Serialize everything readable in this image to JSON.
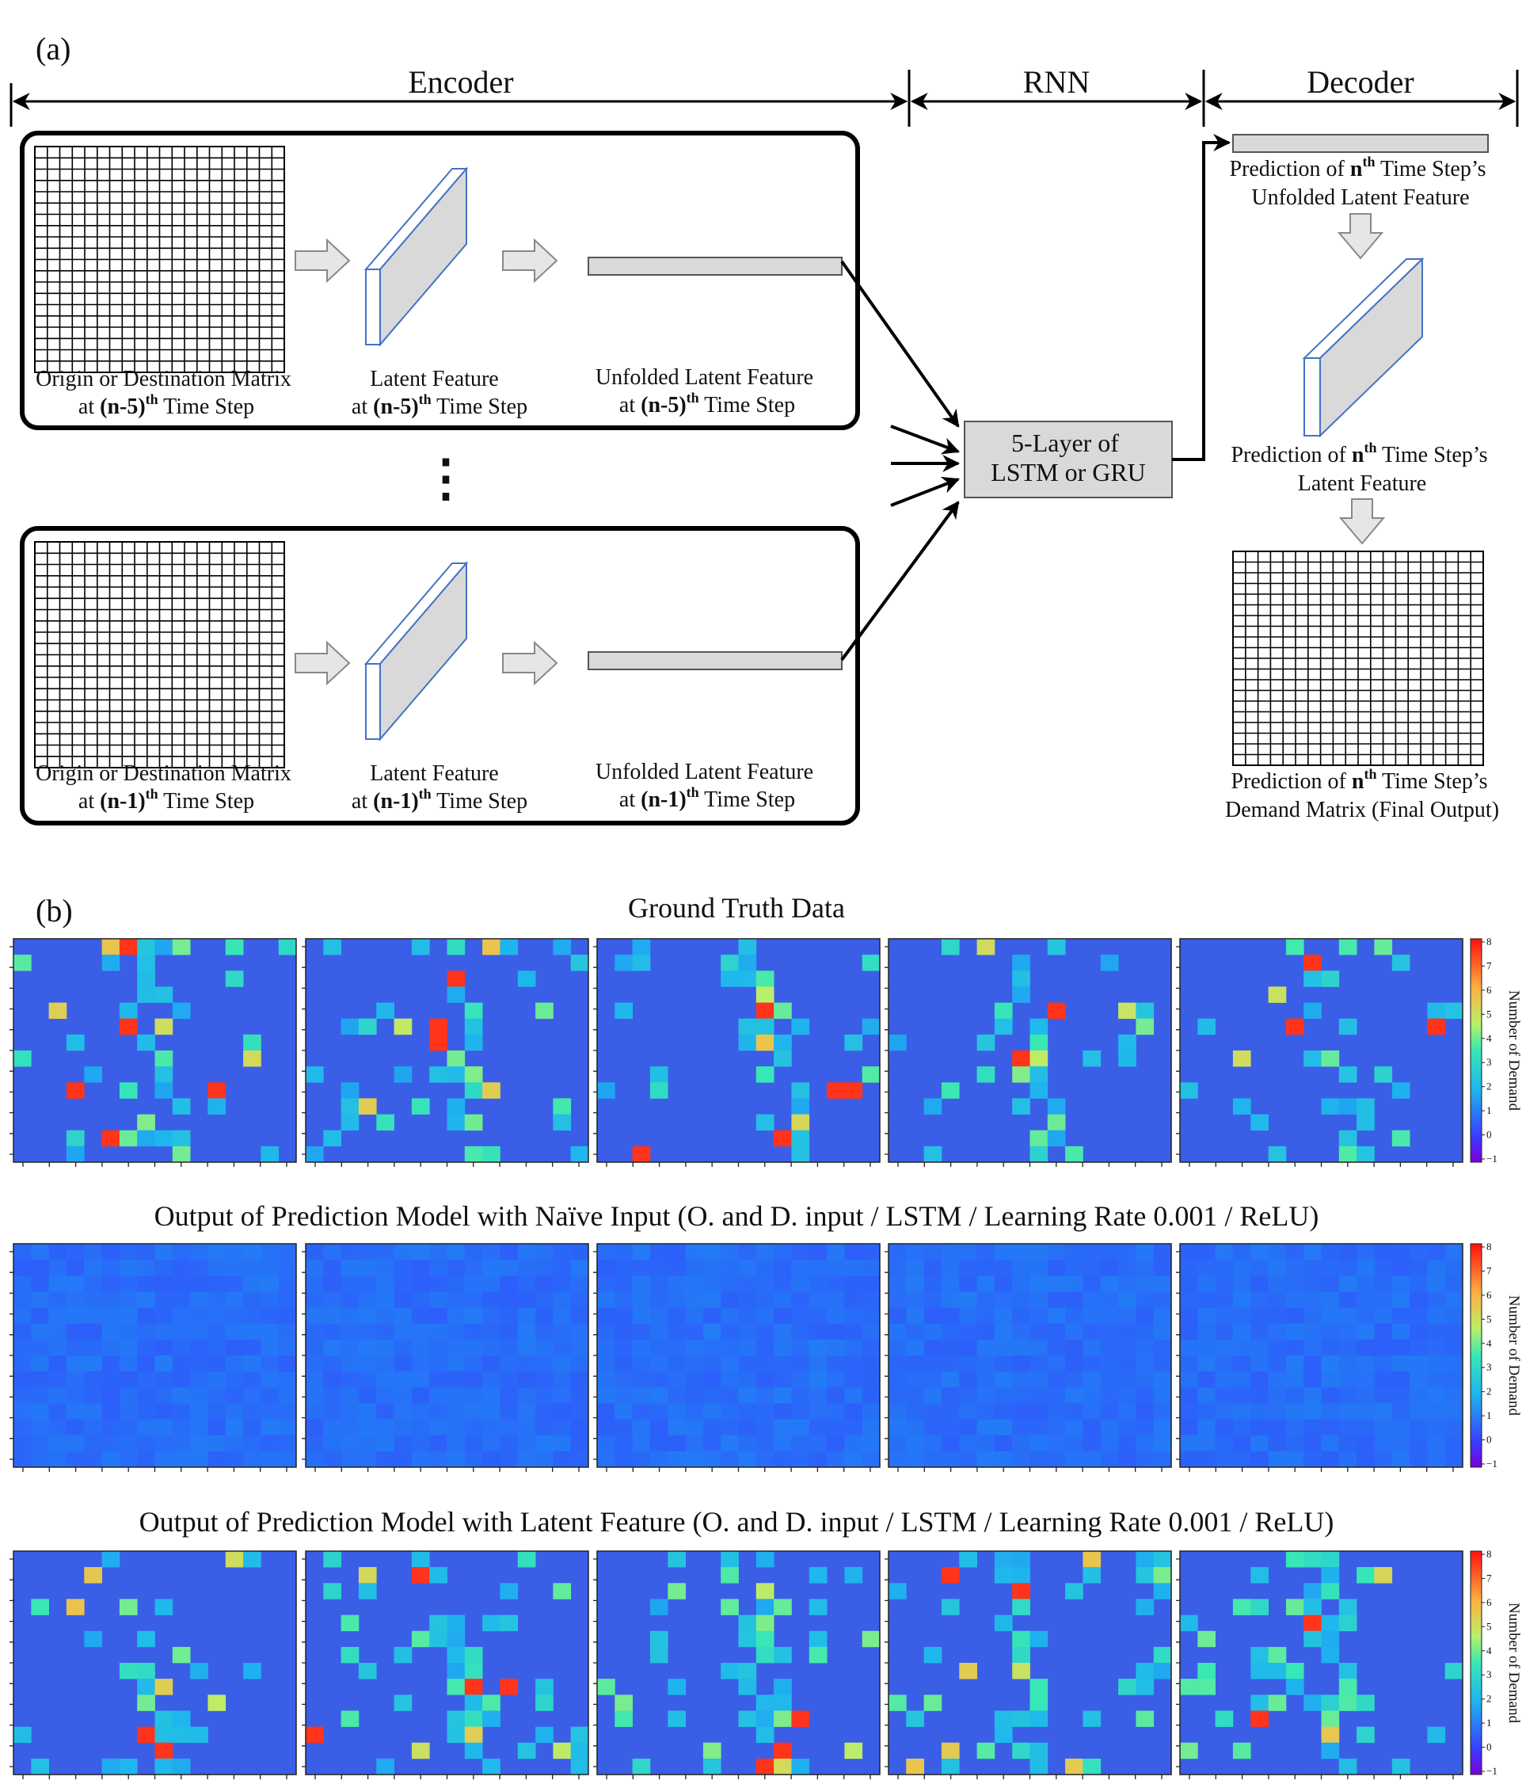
{
  "panel_a": {
    "label": "(a)",
    "sections": {
      "encoder": "Encoder",
      "rnn": "RNN",
      "decoder": "Decoder"
    },
    "blocks": [
      {
        "matrix_label": [
          "Origin or Destination Matrix",
          "at ",
          "(n-5)",
          "th",
          " Time Step"
        ],
        "latent_label": [
          "Latent Feature",
          "at ",
          "(n-5)",
          "th",
          " Time Step"
        ],
        "unfolded_label": [
          "Unfolded Latent Feature",
          "at ",
          "(n-5)",
          "th",
          " Time Step"
        ]
      },
      {
        "matrix_label": [
          "Origin or Destination Matrix",
          "at ",
          "(n-1)",
          "th",
          " Time Step"
        ],
        "latent_label": [
          "Latent Feature",
          "at ",
          "(n-1)",
          "th",
          " Time Step"
        ],
        "unfolded_label": [
          "Unfolded Latent Feature",
          "at ",
          "(n-1)",
          "th",
          " Time Step"
        ]
      }
    ],
    "ellipsis": "⋮",
    "rnn_box": [
      "5-Layer of",
      "LSTM or GRU"
    ],
    "decoder": {
      "unfolded_pred": [
        "Prediction of ",
        "n",
        "th",
        " Time Step’s",
        "Unfolded Latent Feature"
      ],
      "latent_pred": [
        "Prediction of ",
        "n",
        "th",
        " Time Step’s",
        "Latent Feature"
      ],
      "demand_pred": [
        "Prediction of ",
        "n",
        "th",
        " Time Step’s",
        "Demand Matrix (Final Output)"
      ]
    }
  },
  "panel_b": {
    "label": "(b)",
    "rows": [
      {
        "title": "Ground Truth Data"
      },
      {
        "title": "Output of Prediction Model with Naïve Input (O. and D. input / LSTM / Learning Rate 0.001 / ReLU)"
      },
      {
        "title": "Output of Prediction Model with Latent Feature (O. and D. input / LSTM / Learning Rate 0.001 / ReLU)"
      }
    ],
    "colorbar": {
      "title": "Number of Demand",
      "ticks": [
        "8",
        "7",
        "6",
        "5",
        "4",
        "3",
        "2",
        "1",
        "0",
        "−1"
      ]
    }
  },
  "colors": {
    "box_fill": "#d9d9d9",
    "slab_edge": "#4472c4",
    "heat_base": "#3b5ee6"
  }
}
